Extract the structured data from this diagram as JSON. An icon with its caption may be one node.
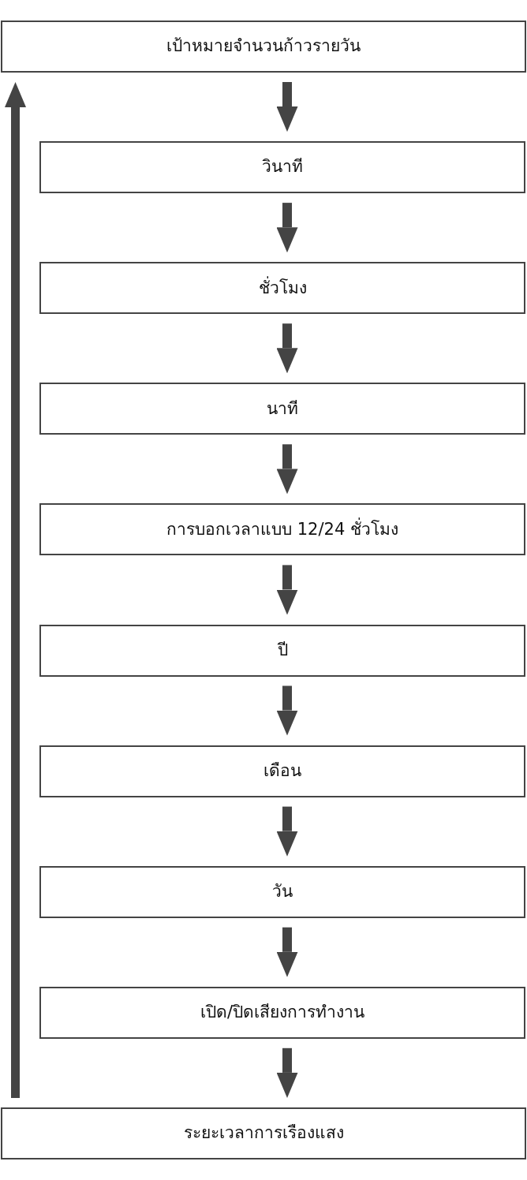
{
  "diagram": {
    "nodes": [
      {
        "text": [
          "เป้าหมายจำนวนก้าวรายวัน"
        ]
      },
      {
        "text": [
          "วินาที"
        ]
      },
      {
        "text": [
          "ชั่วโมง"
        ]
      },
      {
        "text": [
          "นาที"
        ]
      },
      {
        "text": [
          "การบอกเวลาแบบ 12/24 ชั่วโมง"
        ]
      },
      {
        "text": [
          "ปี"
        ]
      },
      {
        "text": [
          "เดือน"
        ]
      },
      {
        "text": [
          "วัน"
        ]
      },
      {
        "text": [
          "เปิด/ปิดเสียงการทำงาน"
        ]
      },
      {
        "text": [
          "ระยะเวลาการเรืองแสง"
        ]
      }
    ],
    "edges": [
      {
        "from": 0,
        "to": 1,
        "arrow": "to"
      },
      {
        "from": 1,
        "to": 2,
        "arrow": "to"
      },
      {
        "from": 2,
        "to": 3,
        "arrow": "to"
      },
      {
        "from": 3,
        "to": 4,
        "arrow": "to"
      },
      {
        "from": 4,
        "to": 5,
        "arrow": "to"
      },
      {
        "from": 5,
        "to": 6,
        "arrow": "to"
      },
      {
        "from": 6,
        "to": 7,
        "arrow": "to"
      },
      {
        "from": 7,
        "to": 8,
        "arrow": "to"
      },
      {
        "from": 8,
        "to": 9,
        "arrow": "to"
      },
      {
        "from": 9,
        "to": 0,
        "arrow": "to"
      }
    ]
  }
}
